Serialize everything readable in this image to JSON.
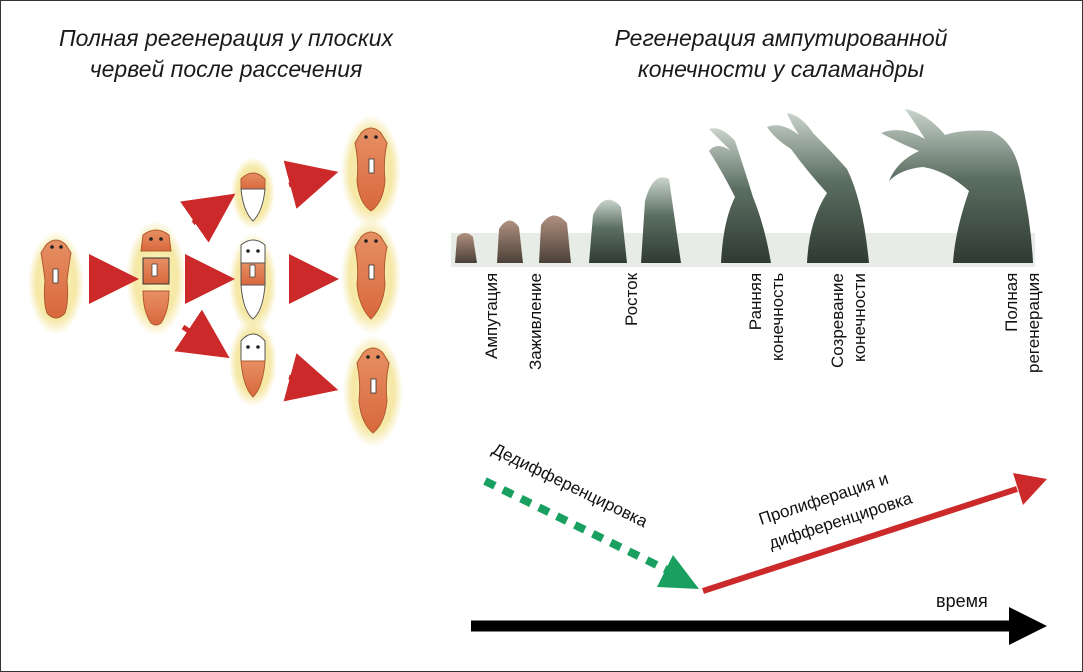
{
  "titles": {
    "left": [
      "Полная регенерация у плоских",
      "червей после рассечения"
    ],
    "right": [
      "Регенерация ампутированной",
      "конечности у саламандры"
    ]
  },
  "stages": [
    {
      "lines": [
        "Ампутация"
      ]
    },
    {
      "lines": [
        "Заживление"
      ]
    },
    {
      "lines": [
        "Росток"
      ]
    },
    {
      "lines": [
        "Ранняя",
        "конечность"
      ]
    },
    {
      "lines": [
        "Созревание",
        "конечности"
      ]
    },
    {
      "lines": [
        "Полная",
        "регенерация"
      ]
    }
  ],
  "processes": {
    "dedifferentiation": "Дедифференцировка",
    "proliferation": [
      "Пролиферация и",
      "дифференцировка"
    ],
    "time": "время"
  },
  "colors": {
    "arrow_red": "#cc2a2a",
    "dediff_green": "#19a060",
    "time_axis": "#000000",
    "worm_body": "#e58a5a",
    "worm_glow": "#f4e59a",
    "limb": "#4a5a52"
  }
}
